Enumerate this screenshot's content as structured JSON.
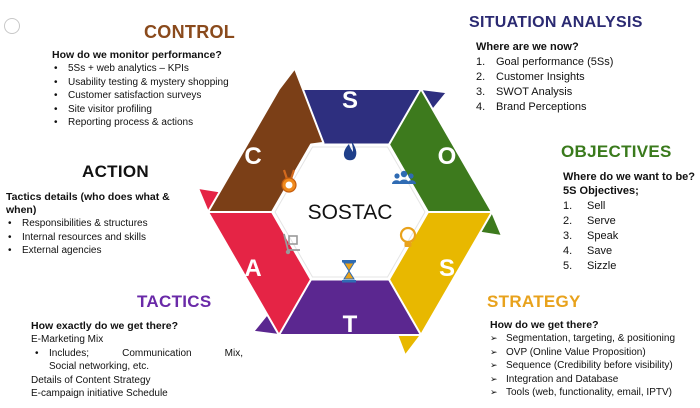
{
  "center_label": "SOSTAC",
  "segments": [
    {
      "letter": "S",
      "color": "#2e2f7f"
    },
    {
      "letter": "O",
      "color": "#3d7a1d"
    },
    {
      "letter": "S",
      "color": "#e8b800"
    },
    {
      "letter": "T",
      "color": "#5b2790"
    },
    {
      "letter": "A",
      "color": "#e52445"
    },
    {
      "letter": "C",
      "color": "#7b3f17"
    }
  ],
  "center_icons": [
    "flame-icon",
    "people-icon",
    "lightbulb-icon",
    "hourglass-icon",
    "handtruck-icon",
    "medal-icon"
  ],
  "control": {
    "title": "CONTROL",
    "title_color": "#8a4a1c",
    "question": "How do we monitor performance?",
    "items": [
      "5Ss + web analytics – KPIs",
      "Usability testing & mystery shopping",
      "Customer satisfaction surveys",
      "Site visitor profiling",
      "Reporting process & actions"
    ]
  },
  "situation": {
    "title": "SITUATION ANALYSIS",
    "title_color": "#2b2a72",
    "question": "Where are we now?",
    "items": [
      {
        "n": "1.",
        "text": "Goal performance (5Ss)"
      },
      {
        "n": "2.",
        "text": "Customer Insights"
      },
      {
        "n": "3.",
        "text": "SWOT Analysis"
      },
      {
        "n": "4.",
        "text": "Brand Perceptions"
      }
    ]
  },
  "action": {
    "title": "ACTION",
    "title_color": "#111111",
    "question_line1": "Tactics details (who does what &",
    "question_line2": "when)",
    "items": [
      "Responsibilities & structures",
      "Internal resources and skills",
      "External agencies"
    ]
  },
  "objectives": {
    "title": "OBJECTIVES",
    "title_color": "#3a7a1c",
    "question": "Where do we want to be?",
    "subheading": "5S Objectives;",
    "items": [
      {
        "n": "1.",
        "text": "Sell"
      },
      {
        "n": "2.",
        "text": "Serve"
      },
      {
        "n": "3.",
        "text": "Speak"
      },
      {
        "n": "4.",
        "text": "Save"
      },
      {
        "n": "5.",
        "text": "Sizzle"
      }
    ]
  },
  "tactics": {
    "title": "TACTICS",
    "title_color": "#6a2aa8",
    "question": "How exactly do we get there?",
    "line1": "E-Marketing Mix",
    "includes_a": "Includes;",
    "includes_b": "Communication",
    "includes_c": "Mix,",
    "includes_line2": "Social networking, etc.",
    "line3": "Details of Content Strategy",
    "line4": "E-campaign initiative Schedule"
  },
  "strategy": {
    "title": "STRATEGY",
    "title_color": "#e8a21c",
    "question": "How do we get there?",
    "items": [
      "Segmentation, targeting, & positioning",
      "OVP (Online Value Proposition)",
      "Sequence (Credibility before visibility)",
      "Integration and  Database",
      "Tools (web, functionality, email, IPTV)"
    ]
  }
}
